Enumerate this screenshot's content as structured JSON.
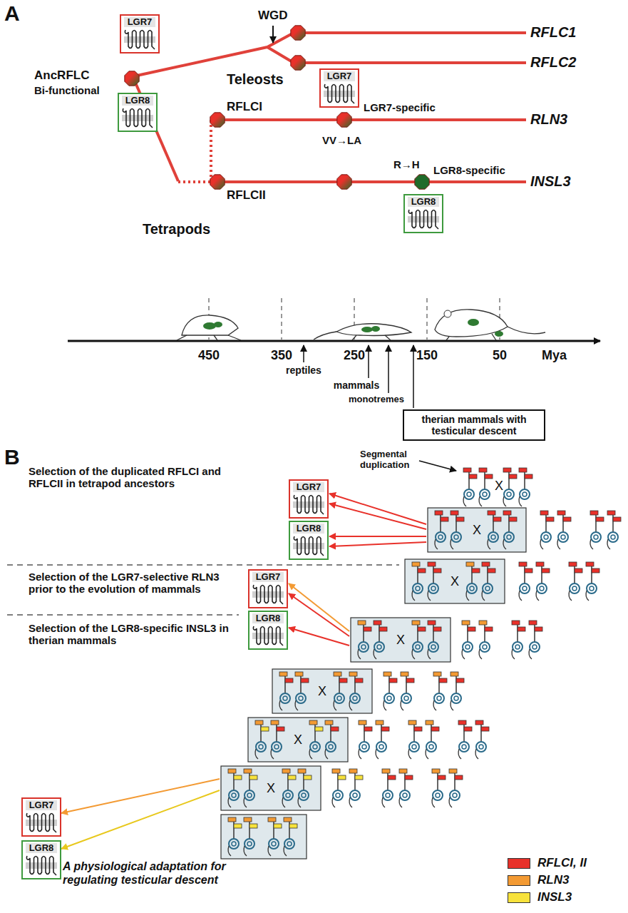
{
  "diagram": {
    "nodes": [
      {
        "text": [
          "LGR7"
        ]
      },
      {
        "text": [
          "LGR8"
        ]
      },
      {
        "text": [
          "LGR7"
        ]
      },
      {
        "text": [
          "LGR8"
        ]
      },
      {
        "text": [
          "therian mammals with testicular descent"
        ]
      },
      {
        "text": [
          "LGR7"
        ]
      },
      {
        "text": [
          "LGR8"
        ]
      },
      {
        "text": [
          "LGR7"
        ]
      },
      {
        "text": [
          "LGR8"
        ]
      },
      {
        "text": [
          "LGR7"
        ]
      },
      {
        "text": [
          "LGR8"
        ]
      }
    ],
    "labels": [
      "A",
      "AncRFLC",
      "Bi-functional",
      "WGD",
      "Teleosts",
      "RFLC1",
      "RFLC2",
      "RFLCI",
      "LGR7-specific",
      "VV→LA",
      "RLN3",
      "RFLCII",
      "R→H",
      "LGR8-specific",
      "INSL3",
      "Tetrapods",
      "450",
      "350",
      "250",
      "150",
      "50",
      "Mya",
      "reptiles",
      "mammals",
      "monotremes",
      "B",
      "Selection of the duplicated RFLCI and RFLCII in tetrapod ancestors",
      "Segmental duplication",
      "Selection of the LGR7-selective RLN3 prior to the evolution of mammals",
      "Selection of the LGR8-specific INSL3 in therian mammals",
      "A physiological adaptation for regulating testicular descent",
      "X",
      "X",
      "X",
      "X",
      "X",
      "X",
      "X"
    ],
    "legend": [
      {
        "text": "RFLCI, II",
        "color": "#e8312a"
      },
      {
        "text": "RLN3",
        "color": "#f39a33"
      },
      {
        "text": "INSL3",
        "color": "#f7e23c"
      }
    ]
  }
}
